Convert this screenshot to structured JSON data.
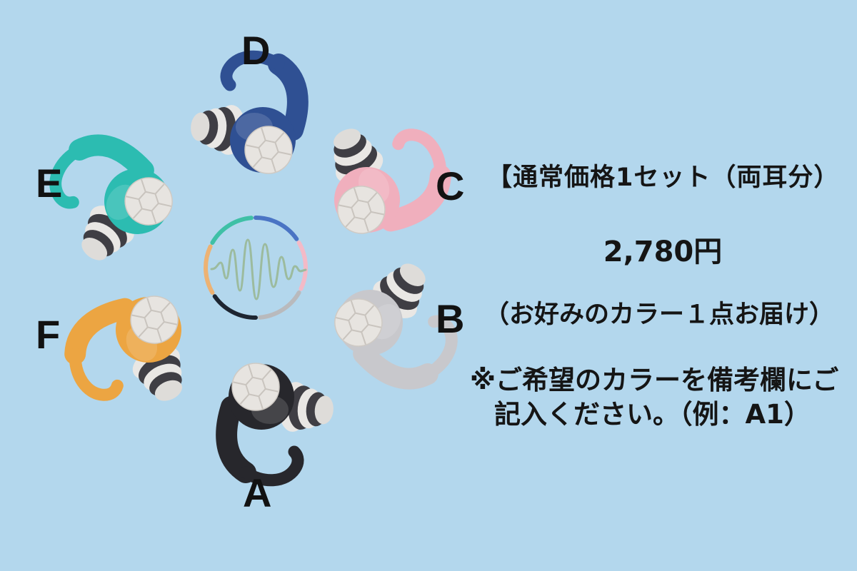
{
  "background_color": "#b3d7ed",
  "products": [
    {
      "label": "D",
      "color_name": "navy-blue",
      "color": "#2f5093"
    },
    {
      "label": "C",
      "color_name": "pink",
      "color": "#f0afbd"
    },
    {
      "label": "B",
      "color_name": "light-gray",
      "color": "#c8c8cc"
    },
    {
      "label": "A",
      "color_name": "black",
      "color": "#27272c"
    },
    {
      "label": "F",
      "color_name": "orange",
      "color": "#eca542"
    },
    {
      "label": "E",
      "color_name": "teal",
      "color": "#2cbcb1"
    }
  ],
  "ring": {
    "wave_color": "#9cbb9e",
    "segments": [
      {
        "name": "blue-segment",
        "color": "#4a74c4"
      },
      {
        "name": "pink-segment",
        "color": "#f3bac7"
      },
      {
        "name": "gray-segment",
        "color": "#b9babd"
      },
      {
        "name": "black-segment",
        "color": "#1d2531"
      },
      {
        "name": "orange-segment",
        "color": "#edb273"
      },
      {
        "name": "teal-segment",
        "color": "#3fc0a6"
      }
    ]
  },
  "pricing": {
    "headline": "【通常価格1セット（両耳分）",
    "price": "2,780円",
    "subline": "（お好みのカラー１点お届け）",
    "note_line1": "※ご希望のカラーを備考欄にご",
    "note_line2": "記入ください。（例：A1）"
  }
}
